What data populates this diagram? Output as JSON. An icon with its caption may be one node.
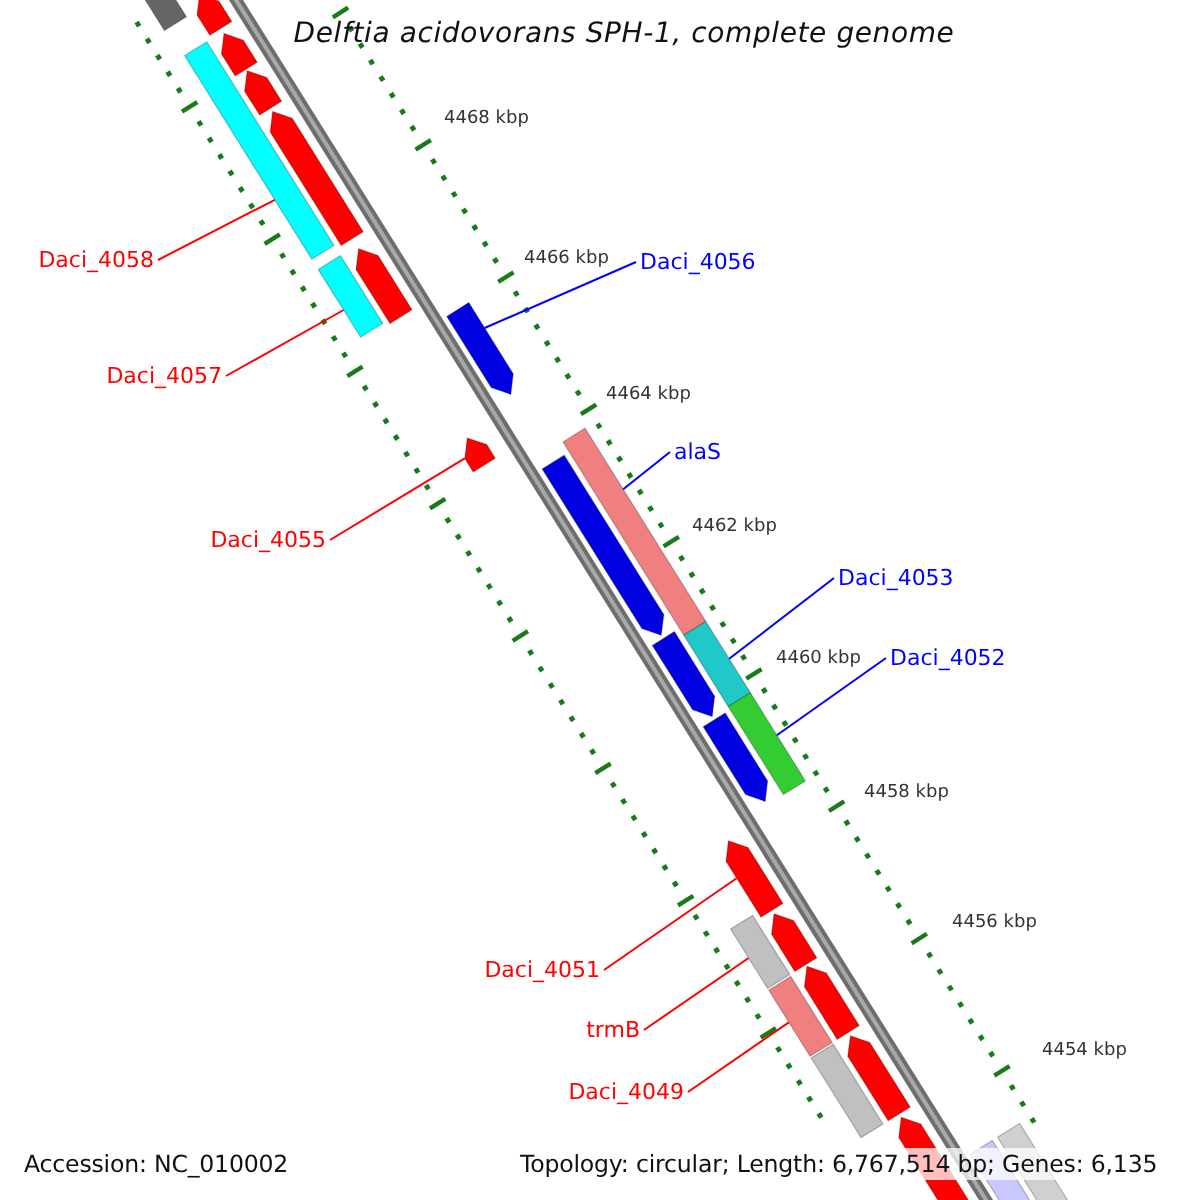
{
  "diagram": {
    "title": "Delftia acidovorans SPH-1, complete genome",
    "nodes": [
      {
        "text": [
          "Daci_4058"
        ]
      },
      {
        "text": [],
        "shape": "bar"
      },
      {
        "text": [
          "Daci_4056"
        ]
      },
      {
        "text": [],
        "shape": "arrow"
      },
      {
        "text": [
          "Daci_4057"
        ]
      },
      {
        "text": [],
        "shape": "bar"
      },
      {
        "text": [
          "alaS"
        ]
      },
      {
        "text": [],
        "shape": "bar"
      },
      {
        "text": [
          "Daci_4055"
        ]
      },
      {
        "text": [],
        "shape": "arrow"
      },
      {
        "text": [
          "Daci_4053"
        ]
      },
      {
        "text": [],
        "shape": "bar"
      },
      {
        "text": [
          "Daci_4052"
        ]
      },
      {
        "text": [],
        "shape": "bar"
      },
      {
        "text": [
          "Daci_4051"
        ]
      },
      {
        "text": [],
        "shape": "arrow"
      },
      {
        "text": [
          "trmB"
        ]
      },
      {
        "text": [],
        "shape": "bar"
      },
      {
        "text": [
          "Daci_4049"
        ]
      },
      {
        "text": [],
        "shape": "bar"
      },
      {
        "text": [],
        "shape": "arrow"
      },
      {
        "text": [],
        "shape": "arrow"
      },
      {
        "text": [],
        "shape": "arrow"
      },
      {
        "text": [],
        "shape": "arrow"
      },
      {
        "text": [],
        "shape": "arrow"
      },
      {
        "text": [],
        "shape": "arrow"
      },
      {
        "text": [],
        "shape": "arrow"
      },
      {
        "text": [],
        "shape": "arrow"
      },
      {
        "text": [],
        "shape": "arrow"
      },
      {
        "text": [],
        "shape": "bar"
      },
      {
        "text": [],
        "shape": "bar"
      },
      {
        "text": [],
        "shape": "arrow"
      },
      {
        "text": [],
        "shape": "arrow"
      },
      {
        "text": [],
        "shape": "arrow"
      },
      {
        "text": [],
        "shape": "arrow"
      },
      {
        "text": [],
        "shape": "bar"
      }
    ],
    "edges": [
      {
        "from": 0,
        "to": 1,
        "arrow": "none"
      },
      {
        "from": 2,
        "to": 3,
        "arrow": "none",
        "color": "#0000ff"
      },
      {
        "from": 4,
        "to": 5,
        "arrow": "none"
      },
      {
        "from": 6,
        "to": 7,
        "arrow": "none",
        "color": "#0000ff"
      },
      {
        "from": 8,
        "to": 9,
        "arrow": "none"
      },
      {
        "from": 10,
        "to": 11,
        "arrow": "none",
        "color": "#0000ff"
      },
      {
        "from": 12,
        "to": 13,
        "arrow": "none",
        "color": "#0000ff"
      },
      {
        "from": 14,
        "to": 15,
        "arrow": "none"
      },
      {
        "from": 16,
        "to": 17,
        "arrow": "none"
      },
      {
        "from": 18,
        "to": 19,
        "arrow": "none"
      }
    ],
    "labels": [
      "4468 kbp",
      "4466 kbp",
      "4464 kbp",
      "4462 kbp",
      "4460 kbp",
      "4458 kbp",
      "4456 kbp",
      "4454 kbp",
      "Accession: NC_010002",
      "Topology: circular; Length: 6,767,514 bp; Genes: 6,135"
    ]
  }
}
